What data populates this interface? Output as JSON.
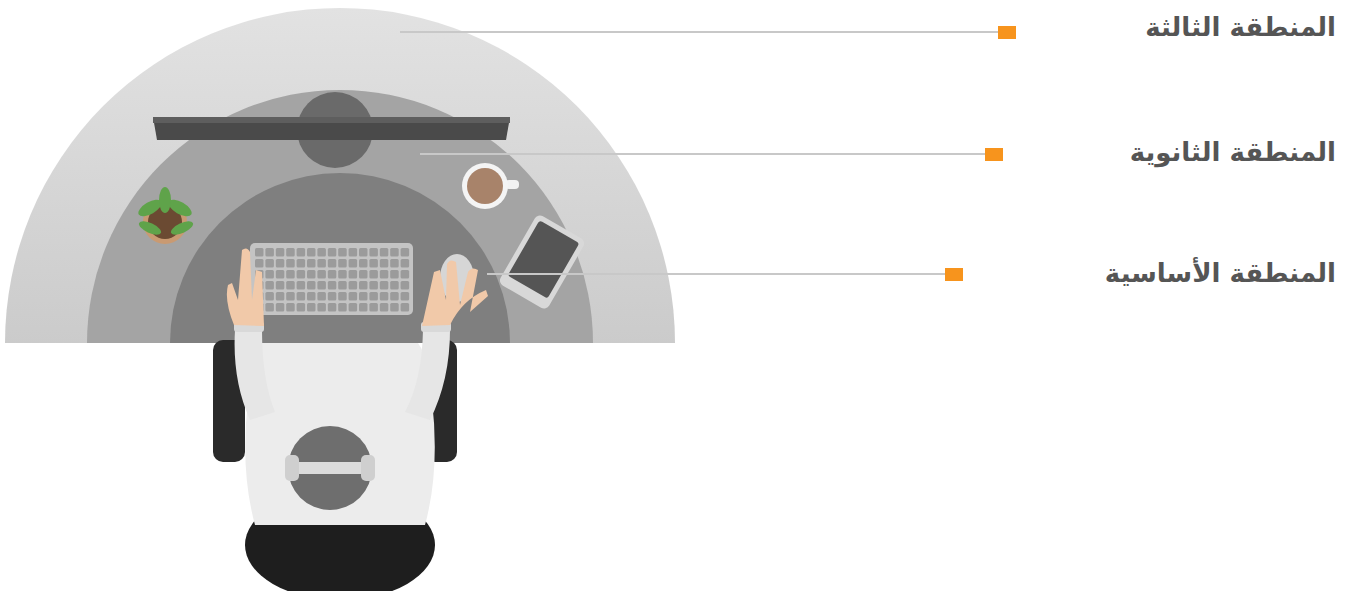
{
  "diagram": {
    "labels": [
      "المنطقة الثالثة",
      "المنطقة الثانوية",
      "المنطقة الأساسية"
    ]
  }
}
